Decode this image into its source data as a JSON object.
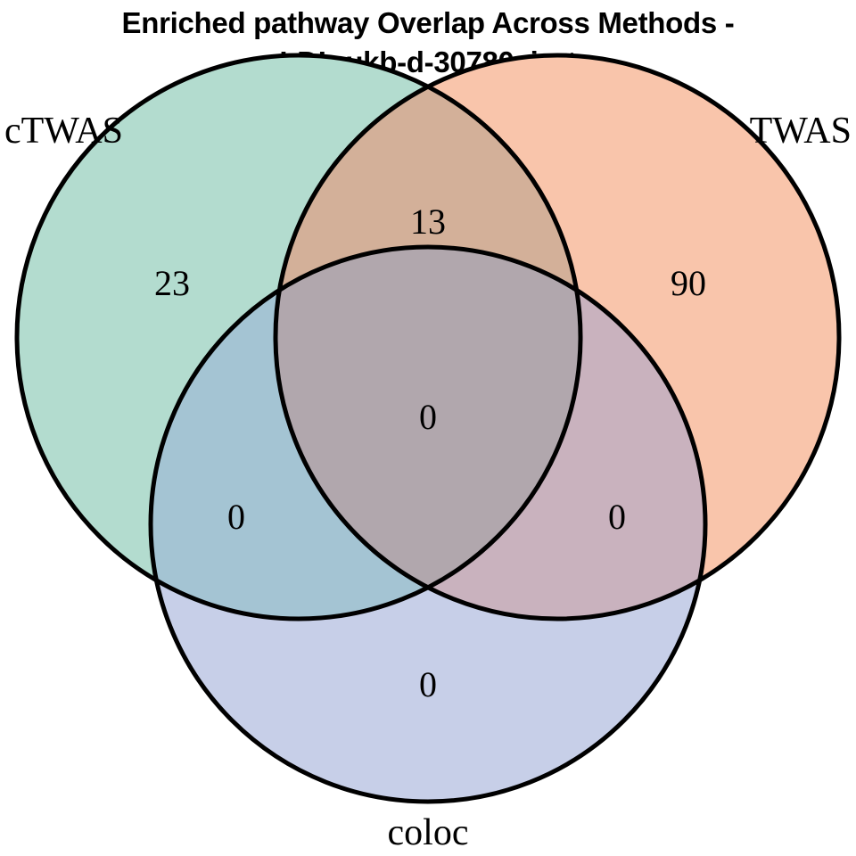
{
  "title": {
    "line1": "Enriched pathway Overlap Across Methods -",
    "line2": "LDL-ukb-d-30780_irnt"
  },
  "chart_data": {
    "type": "venn",
    "title": "Enriched pathway Overlap Across Methods - LDL-ukb-d-30780_irnt",
    "sets": [
      "cTWAS",
      "TWAS",
      "coloc"
    ],
    "set_labels": {
      "a": "cTWAS",
      "b": "TWAS",
      "c": "coloc"
    },
    "regions": [
      {
        "key": "a_only",
        "label": "cTWAS only",
        "value": "23"
      },
      {
        "key": "b_only",
        "label": "TWAS only",
        "value": "90"
      },
      {
        "key": "c_only",
        "label": "coloc only",
        "value": "0"
      },
      {
        "key": "ab",
        "label": "cTWAS & TWAS",
        "value": "13"
      },
      {
        "key": "ac",
        "label": "cTWAS & coloc",
        "value": "0"
      },
      {
        "key": "bc",
        "label": "TWAS & coloc",
        "value": "0"
      },
      {
        "key": "abc",
        "label": "cTWAS & TWAS & coloc",
        "value": "0"
      }
    ],
    "counts": {
      "a_only": "23",
      "b_only": "90",
      "c_only": "0",
      "ab": "13",
      "ac": "0",
      "bc": "0",
      "abc": "0"
    },
    "colors": {
      "set_a_fill": "#b3dccf",
      "set_b_fill": "#f9c5ab",
      "set_c_fill": "#c7cfe8",
      "ab_fill": "#d3b099",
      "ac_fill": "#a4c4d3",
      "bc_fill": "#c9b2be",
      "abc_fill": "#b1a7ad",
      "outline": "#000000",
      "background": "#ffffff",
      "text": "#000000"
    },
    "legend": "none",
    "grid": false
  },
  "labels": {
    "ctwas": "cTWAS",
    "twas": "TWAS",
    "coloc": "coloc"
  },
  "counts": {
    "ctwas_only": "23",
    "twas_only": "90",
    "coloc_only": "0",
    "ctwas_twas": "13",
    "ctwas_coloc": "0",
    "twas_coloc": "0",
    "all_three": "0"
  }
}
